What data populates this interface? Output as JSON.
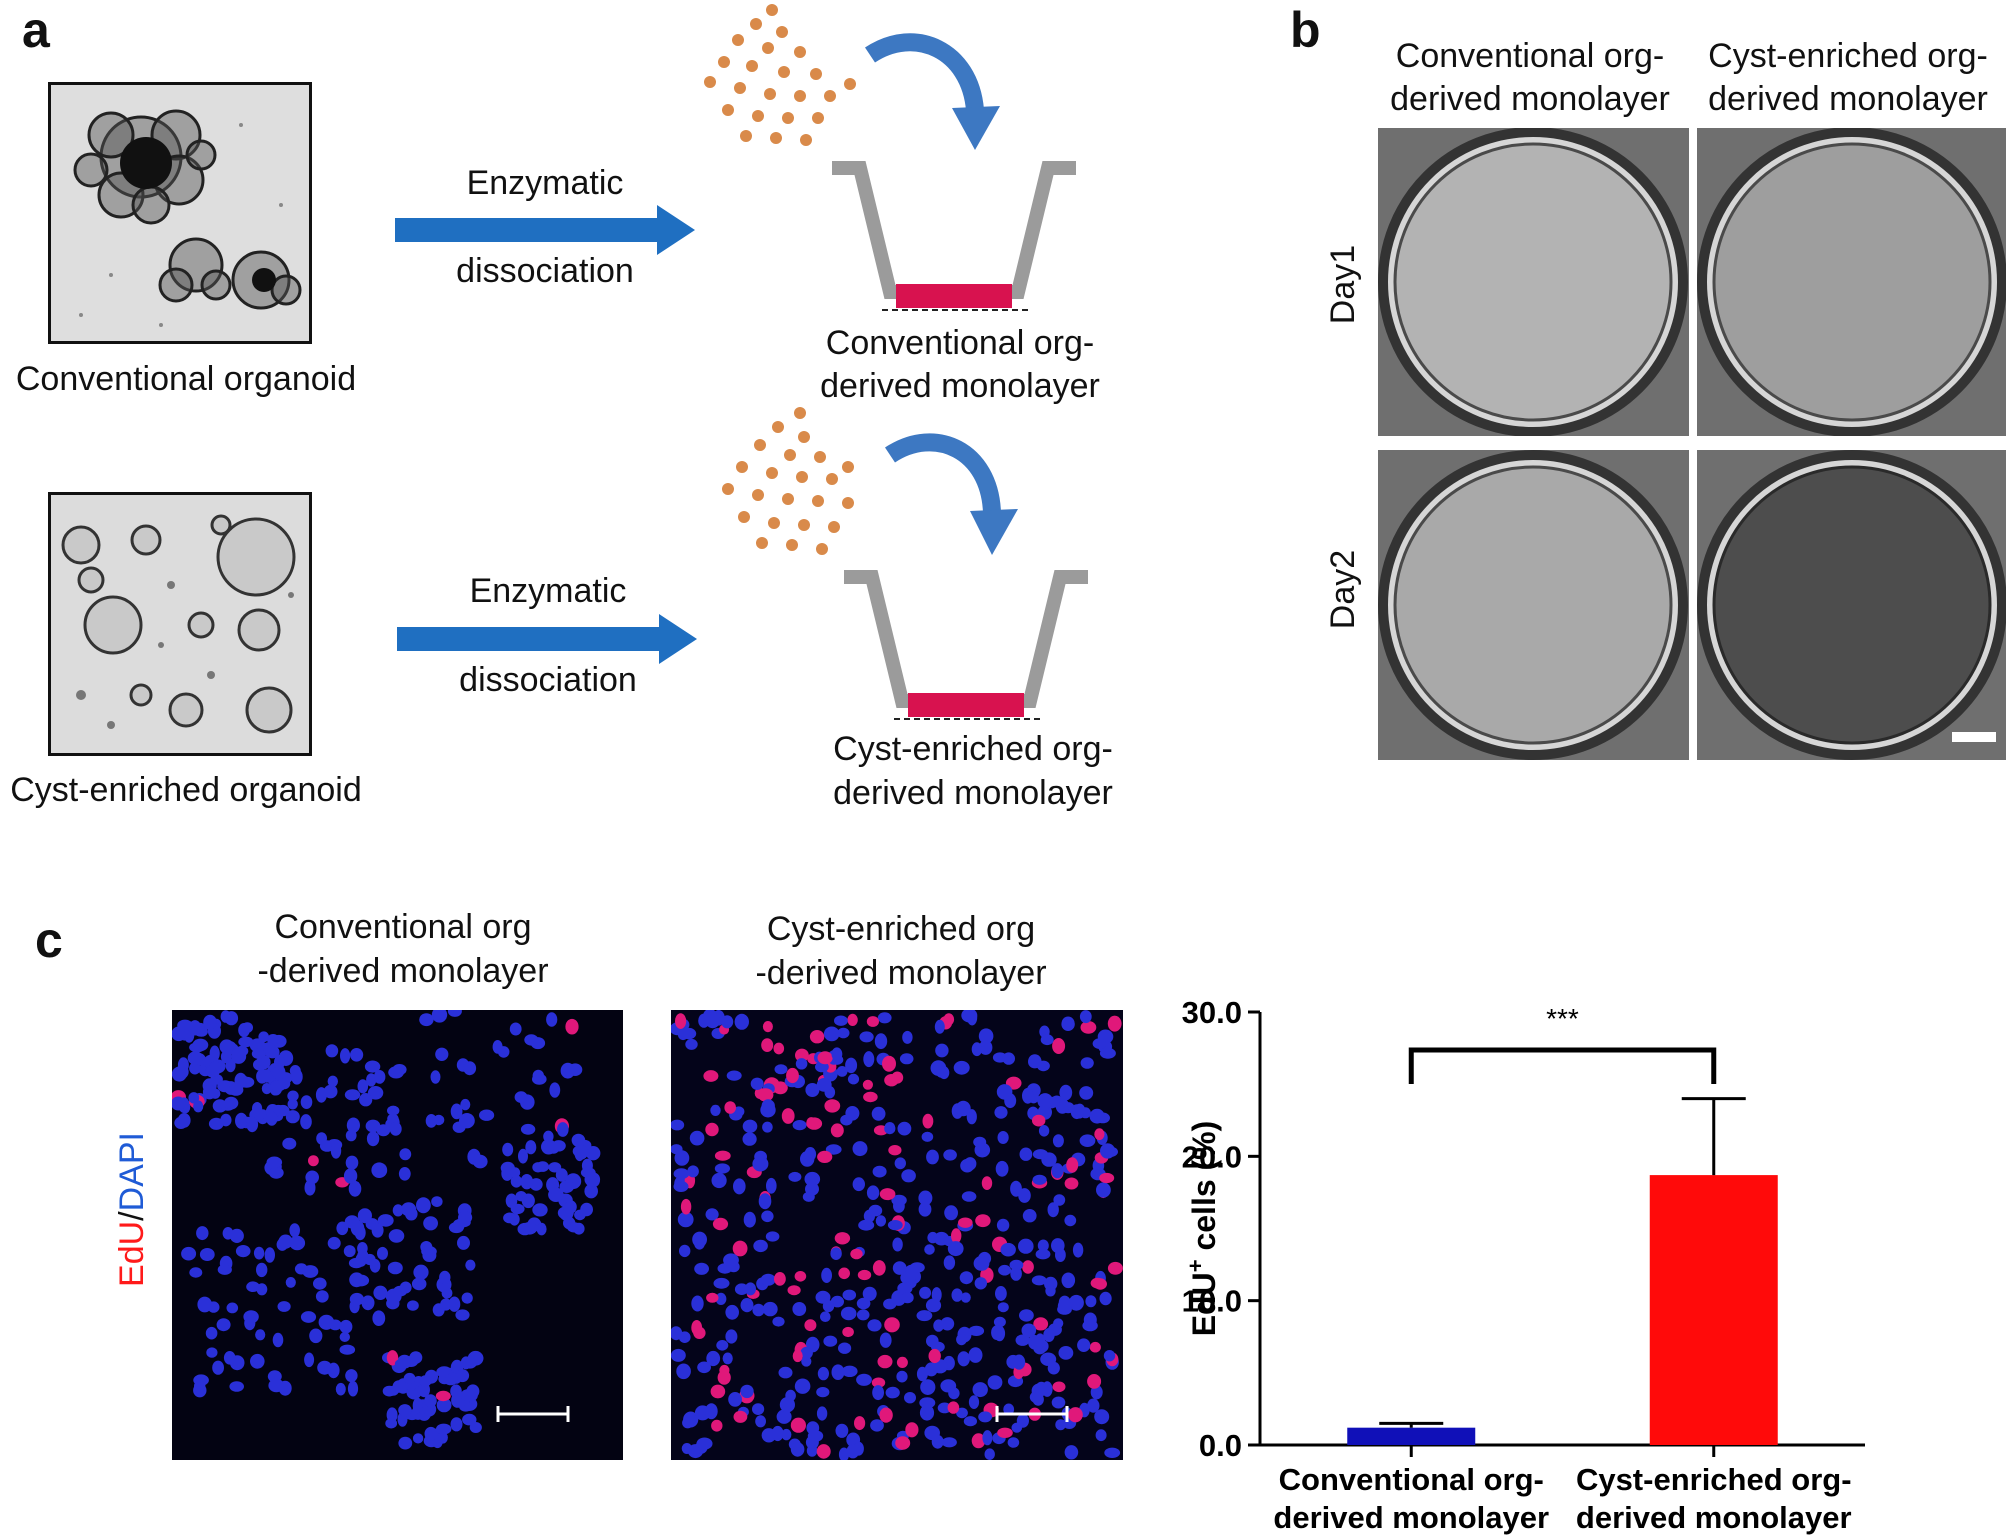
{
  "panels": {
    "a": "a",
    "b": "b",
    "c": "c"
  },
  "panel_a": {
    "rows": [
      {
        "organoid_caption": "Conventional organoid",
        "arrow_line1": "Enzymatic",
        "arrow_line2": "dissociation",
        "result_line1": "Conventional org-",
        "result_line2": "derived monolayer"
      },
      {
        "organoid_caption": "Cyst-enriched organoid",
        "arrow_line1": "Enzymatic",
        "arrow_line2": "dissociation",
        "result_line1": "Cyst-enriched org-",
        "result_line2": "derived monolayer"
      }
    ],
    "colors": {
      "arrow": "#1f6fc1",
      "curved_arrow": "#3d78c2",
      "cells": "#d98a4a",
      "insert": "#9b9b9b",
      "monolayer": "#d8124f"
    }
  },
  "panel_b": {
    "col1_line1": "Conventional org-",
    "col1_line2": "derived monolayer",
    "col2_line1": "Cyst-enriched org-",
    "col2_line2": "derived monolayer",
    "row1": "Day1",
    "row2": "Day2"
  },
  "panel_c": {
    "img1_line1": "Conventional org",
    "img1_line2": "-derived monolayer",
    "img2_line1": "Cyst-enriched org",
    "img2_line2": "-derived monolayer",
    "stain_red": "EdU",
    "stain_sep": "/",
    "stain_blue": "DAPI"
  },
  "chart_data": {
    "type": "bar",
    "categories": [
      [
        "Conventional org-",
        "derived monolayer"
      ],
      [
        "Cyst-enriched org-",
        "derived monolayer"
      ]
    ],
    "values": [
      1.2,
      18.7
    ],
    "errors": [
      0.3,
      5.3
    ],
    "colors": [
      "#1010b8",
      "#ff0a0a"
    ],
    "ylabel_main": "EdU",
    "ylabel_sup": "+",
    "ylabel_rest": " cells (%)",
    "ylim": [
      0,
      30
    ],
    "yticks": [
      "0.0",
      "10.0",
      "20.0",
      "30.0"
    ],
    "significance": "***",
    "grid": false
  }
}
